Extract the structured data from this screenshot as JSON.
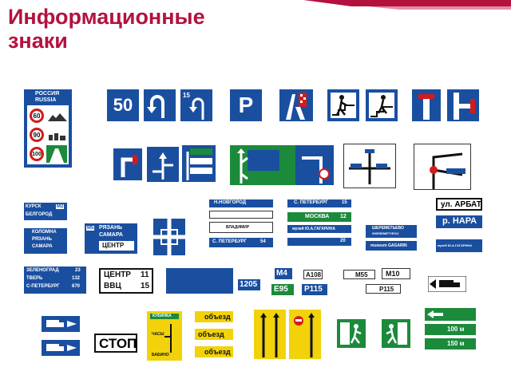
{
  "title_line1": "Информационные",
  "title_line2": "знаки",
  "colors": {
    "title": "#b3123f",
    "sign_blue": "#1a4fa0",
    "sign_green": "#1c8a3b",
    "sign_yellow": "#f2d20a",
    "sign_red": "#d21b1b"
  },
  "signs": {
    "russia_top": "РОССИЯ",
    "russia_bottom": "RUSSIA",
    "speed_60": "60",
    "speed_90": "90",
    "speed_100": "100",
    "speed_50": "50",
    "speed_15": "15",
    "parking": "P",
    "s_petersburg_1": "С. ПЕТЕРБУРГ",
    "arbat": "ул. АРБАТ",
    "nara": "р. НАРА",
    "ryazan": "РЯЗАНЬ",
    "samara": "САМАРА",
    "center": "ЦЕНТР",
    "m5": "М5",
    "m2": "М2",
    "kursk": "КУРСК",
    "belgorod": "БЕЛГОРОД",
    "kolomna": "КОЛОМНА",
    "ryazan2": "РЯЗАНЬ",
    "samara2": "САМАРА",
    "novgorod": "Н.НОВГОРОД",
    "moskva": "МОСКВА",
    "moskva_num": "12",
    "num_15": "15",
    "num_20": "20",
    "num_54": "54",
    "s_petersburg_2": "С. ПЕТЕРБУРГ",
    "sheremetevo": "ШЕРЕМЕТЬЕВО",
    "sheremetevo_en": "SHEREMETYEVO",
    "gagarin": "музей Ю.А.ГАГАРИНА",
    "gagarin_en": "museum GAGARIN",
    "vladimir": "ВЛАДИМИР",
    "zelenograd": "ЗЕЛЕНОГРАД",
    "zelenograd_num": "23",
    "tver": "ТВЕРЬ",
    "tver_num": "132",
    "spb3": "С-ПЕТЕРБУРГ",
    "spb3_num": "670",
    "center2": "ЦЕНТР",
    "center2_num": "11",
    "vvc": "ВВЦ",
    "vvc_num": "15",
    "route_1205": "1205",
    "m4": "М4",
    "e95": "Е95",
    "a108": "А108",
    "p115": "Р115",
    "m55": "М55",
    "m10": "М10",
    "p115_2": "Р115",
    "stop": "СТОП",
    "kubinka": "КУБИНКА",
    "chasy": "ЧАСЫ",
    "babino": "БАБИНО",
    "obezd1": "объезд",
    "obezd2": "объезд",
    "obezd3": "объезд",
    "m100": "100 м",
    "m150": "150 м"
  }
}
